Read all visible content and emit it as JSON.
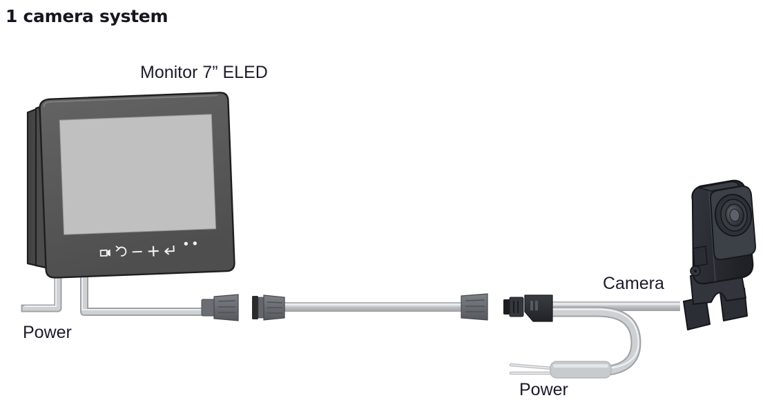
{
  "page": {
    "title": "1 camera system"
  },
  "labels": {
    "monitor": "Monitor 7” ELED",
    "camera": "Camera",
    "power_left": "Power",
    "power_right": "Power"
  },
  "monitor": {
    "name": "Monitor 7” ELED",
    "screen_color": "#c0c0c0",
    "bezel_color": "#5a5a5a",
    "back_panel_color": "#4a4a4a",
    "outline_color": "#1e1e1e",
    "buttons": [
      {
        "name": "video-source-icon",
        "glyph": "camera"
      },
      {
        "name": "rotate-icon",
        "glyph": "circular-arrow"
      },
      {
        "name": "minus-icon",
        "glyph": "minus"
      },
      {
        "name": "plus-icon",
        "glyph": "plus"
      },
      {
        "name": "enter-icon",
        "glyph": "return-arrow"
      }
    ],
    "leds": 2
  },
  "camera": {
    "name": "Camera",
    "body_color": "#2a2d33",
    "lens_color": "#4b4f57",
    "outline_color": "#15161a"
  },
  "cables": {
    "sheath_color": "#b5b8bb",
    "highlight_color": "#dcdee0",
    "connector_gray": "#6e7175",
    "connector_dark": "#2b2b2e",
    "connector_black": "#2e3034"
  },
  "connectors": [
    {
      "name": "monitor-cable-plug",
      "type": "male-gray"
    },
    {
      "name": "extension-coupler-plug",
      "type": "female-gray"
    },
    {
      "name": "camera-cable-plug",
      "type": "male-gray"
    },
    {
      "name": "camera-power-junction",
      "type": "black-block"
    },
    {
      "name": "power-inline-connector",
      "type": "inline-sleeve"
    }
  ]
}
